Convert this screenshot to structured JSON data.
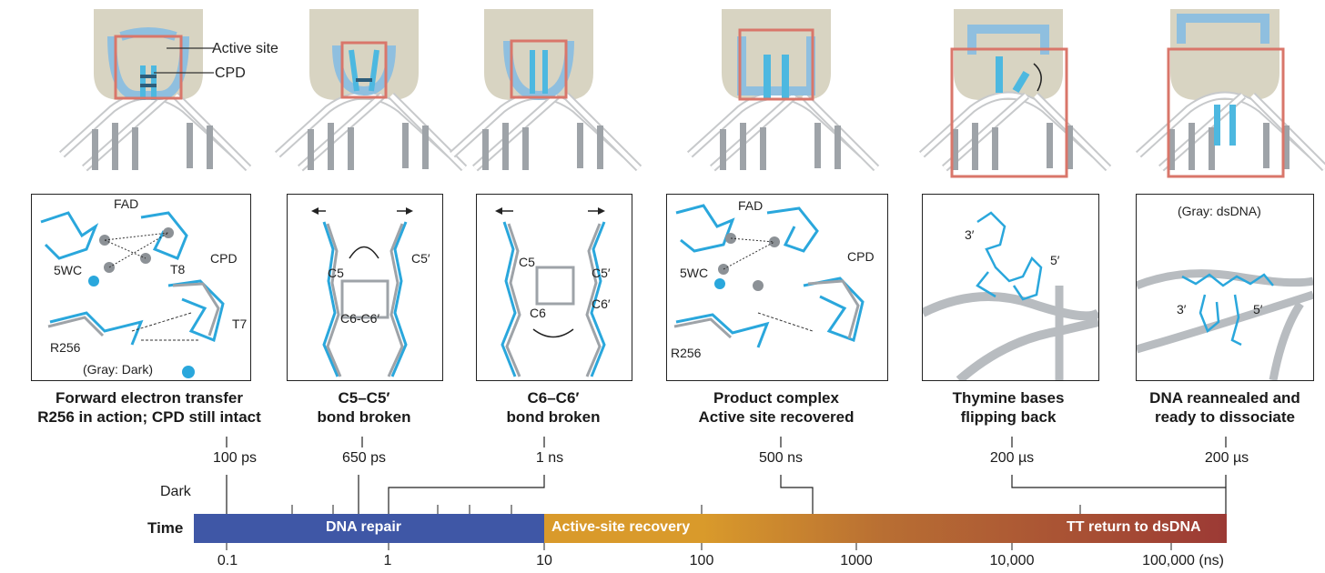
{
  "schematics": {
    "active_site_label": "Active site",
    "cpd_label": "CPD"
  },
  "panels": [
    {
      "labels": {
        "fad": "FAD",
        "wc": "5WC",
        "t8": "T8",
        "cpd": "CPD",
        "t7": "T7",
        "r256": "R256",
        "note": "(Gray: Dark)"
      }
    },
    {
      "labels": {
        "c5": "C5",
        "c5p": "C5′",
        "c6c6p": "C6-C6′"
      }
    },
    {
      "labels": {
        "c5": "C5",
        "c5p": "C5′",
        "c6": "C6",
        "c6p": "C6′"
      }
    },
    {
      "labels": {
        "fad": "FAD",
        "wc": "5WC",
        "cpd": "CPD",
        "r256": "R256"
      }
    },
    {
      "labels": {
        "p3": "3′",
        "p5": "5′"
      }
    },
    {
      "labels": {
        "note": "(Gray: dsDNA)",
        "p3": "3′",
        "p5": "5′"
      }
    }
  ],
  "captions": [
    [
      "Forward electron transfer",
      "R256 in action; CPD still intact"
    ],
    [
      "C5–C5′",
      "bond broken"
    ],
    [
      "C6–C6′",
      "bond broken"
    ],
    [
      "Product complex",
      "Active site recovered"
    ],
    [
      "Thymine bases",
      "flipping back"
    ],
    [
      "DNA reannealed and",
      "ready to dissociate"
    ]
  ],
  "event_times": [
    "100 ps",
    "650 ps",
    "1 ns",
    "500 ns",
    "200 µs",
    "200 µs"
  ],
  "timeline": {
    "dark_label": "Dark",
    "time_label": "Time",
    "phases": [
      "DNA repair",
      "Active-site recovery",
      "TT return to dsDNA"
    ],
    "axis_ticks": [
      "0.1",
      "1",
      "10",
      "100",
      "1000",
      "10,000",
      "100,000 (ns)"
    ]
  },
  "colors": {
    "dna_repair": "#3f57a6",
    "recovery": "#d99a2b",
    "return": "#a33a33",
    "cyan": "#2aa7dc",
    "gray": "#9ea3a8",
    "red_box": "#d9766a"
  }
}
